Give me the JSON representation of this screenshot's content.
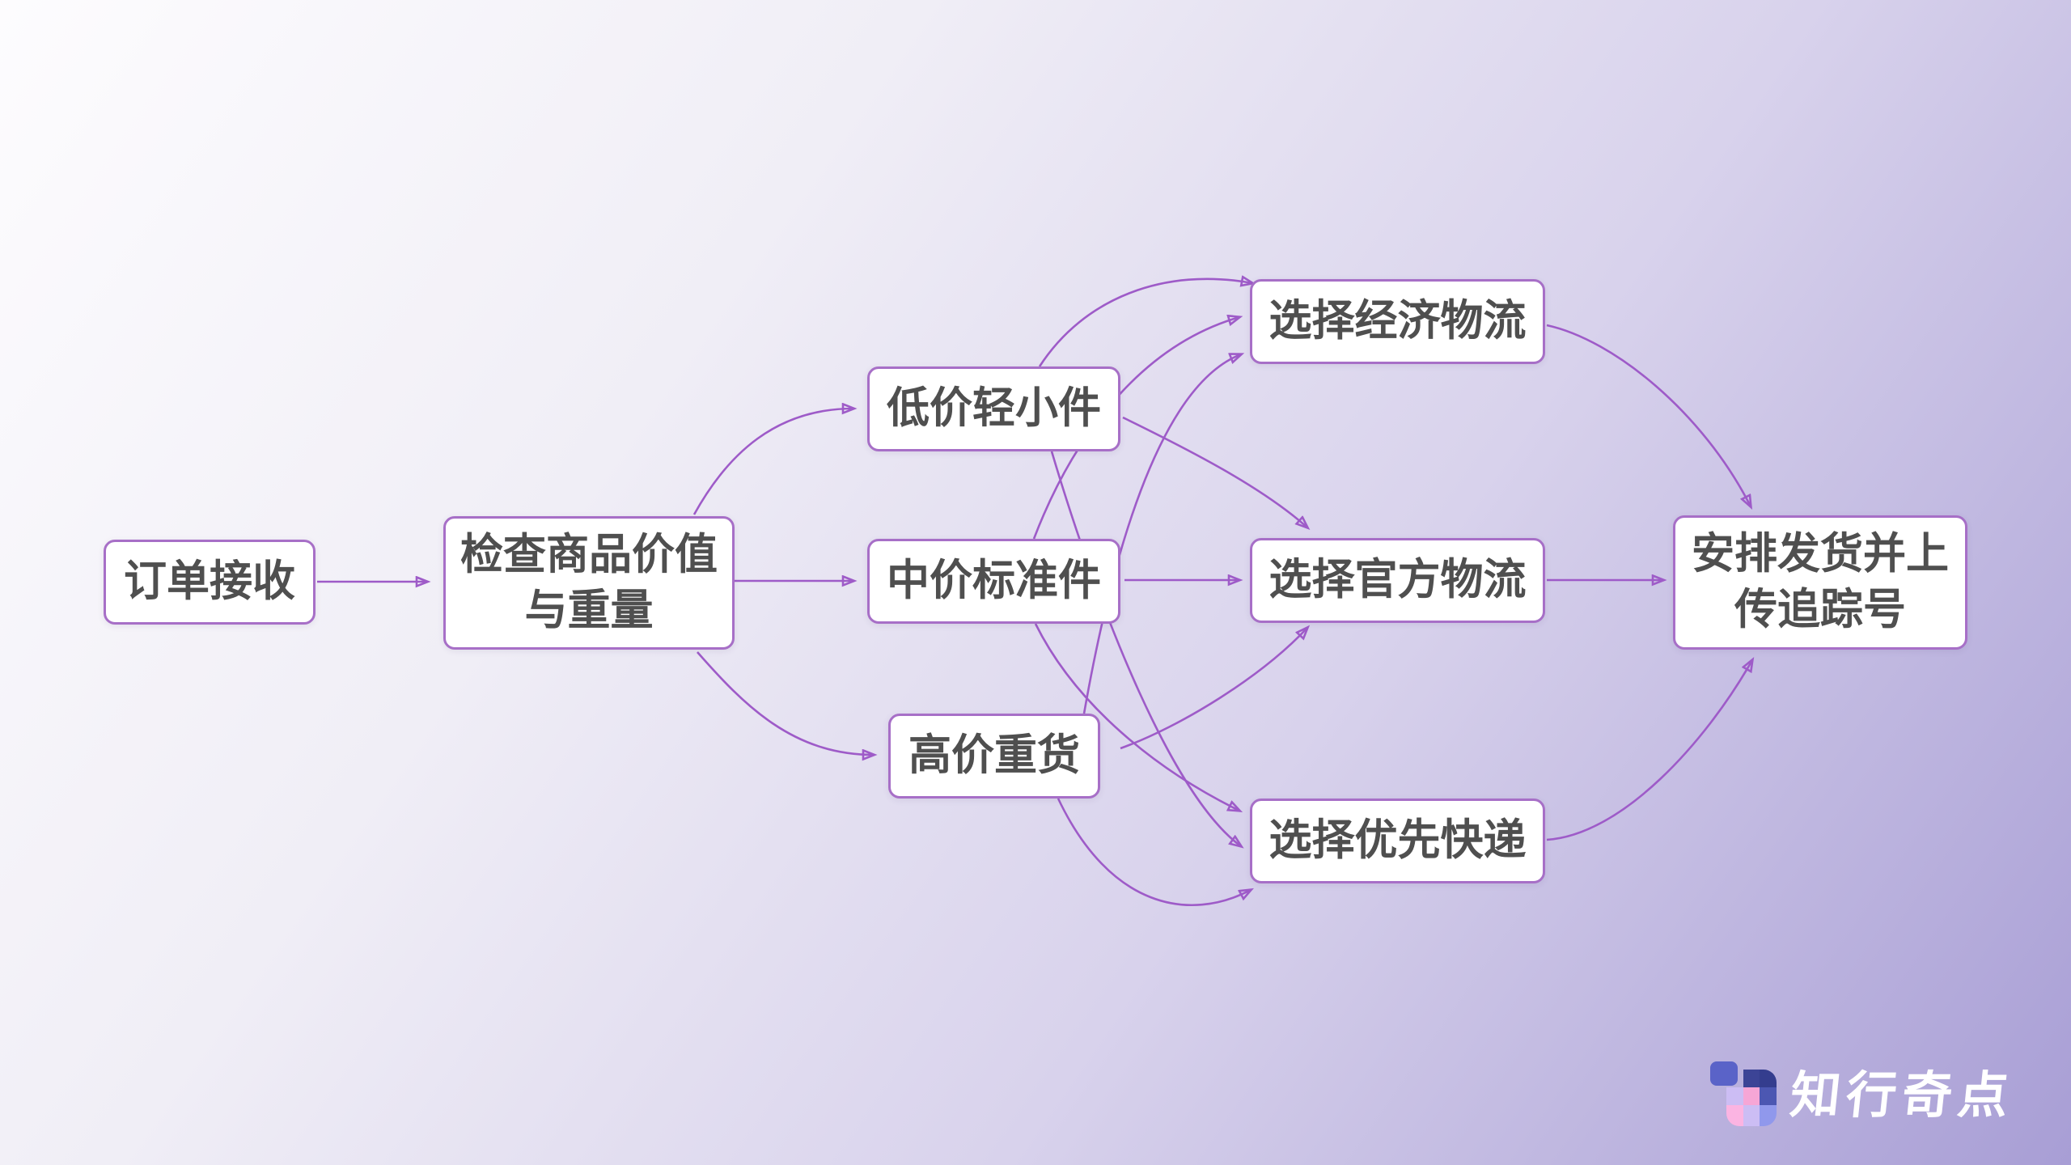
{
  "canvas": {
    "background_top_left": "#fdfcfe",
    "background_bottom_right": "#a89ed5"
  },
  "colors": {
    "edge": "#9e5bc8",
    "node_border": "#a76fc7",
    "node_fill": "#ffffff",
    "node_text": "#4f4f4f",
    "logo_text": "#ffffff"
  },
  "nodes": [
    {
      "id": "order_receive",
      "lines": [
        "订单接收"
      ]
    },
    {
      "id": "check_value_weight",
      "lines": [
        "检查商品价值",
        "与重量"
      ]
    },
    {
      "id": "low_price_light_small",
      "lines": [
        "低价轻小件"
      ]
    },
    {
      "id": "mid_price_standard",
      "lines": [
        "中价标准件"
      ]
    },
    {
      "id": "high_price_heavy",
      "lines": [
        "高价重货"
      ]
    },
    {
      "id": "choose_economy_logistics",
      "lines": [
        "选择经济物流"
      ]
    },
    {
      "id": "choose_official_logistics",
      "lines": [
        "选择官方物流"
      ]
    },
    {
      "id": "choose_priority_express",
      "lines": [
        "选择优先快递"
      ]
    },
    {
      "id": "arrange_ship_upload_tracking",
      "lines": [
        "安排发货并上",
        "传追踪号"
      ]
    }
  ],
  "edges": [
    {
      "from": "order_receive",
      "to": "check_value_weight"
    },
    {
      "from": "check_value_weight",
      "to": "low_price_light_small"
    },
    {
      "from": "check_value_weight",
      "to": "mid_price_standard"
    },
    {
      "from": "check_value_weight",
      "to": "high_price_heavy"
    },
    {
      "from": "low_price_light_small",
      "to": "choose_economy_logistics"
    },
    {
      "from": "low_price_light_small",
      "to": "choose_official_logistics"
    },
    {
      "from": "low_price_light_small",
      "to": "choose_priority_express"
    },
    {
      "from": "mid_price_standard",
      "to": "choose_economy_logistics"
    },
    {
      "from": "mid_price_standard",
      "to": "choose_official_logistics"
    },
    {
      "from": "mid_price_standard",
      "to": "choose_priority_express"
    },
    {
      "from": "high_price_heavy",
      "to": "choose_economy_logistics"
    },
    {
      "from": "high_price_heavy",
      "to": "choose_official_logistics"
    },
    {
      "from": "high_price_heavy",
      "to": "choose_priority_express"
    },
    {
      "from": "choose_economy_logistics",
      "to": "arrange_ship_upload_tracking"
    },
    {
      "from": "choose_official_logistics",
      "to": "arrange_ship_upload_tracking"
    },
    {
      "from": "choose_priority_express",
      "to": "arrange_ship_upload_tracking"
    }
  ],
  "logo": {
    "text": "知行奇点"
  }
}
